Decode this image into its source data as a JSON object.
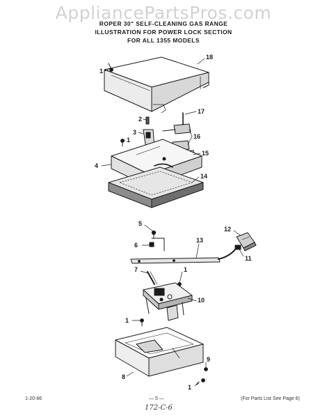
{
  "watermark": "AppliancePartsPros.com",
  "title": {
    "line1": "ROPER 30\" SELF-CLEANING GAS RANGE",
    "line2": "ILLUSTRATION FOR POWER LOCK SECTION",
    "line3": "FOR ALL 1355    MODELS"
  },
  "callouts": [
    {
      "id": "c18",
      "label": "18"
    },
    {
      "id": "c1a",
      "label": "1"
    },
    {
      "id": "c17",
      "label": "17"
    },
    {
      "id": "c2",
      "label": "2"
    },
    {
      "id": "c3",
      "label": "3"
    },
    {
      "id": "c16",
      "label": "16"
    },
    {
      "id": "c1b",
      "label": "1"
    },
    {
      "id": "c15",
      "label": "15"
    },
    {
      "id": "c4",
      "label": "4"
    },
    {
      "id": "c14",
      "label": "14"
    },
    {
      "id": "c5",
      "label": "5"
    },
    {
      "id": "c12",
      "label": "12"
    },
    {
      "id": "c13",
      "label": "13"
    },
    {
      "id": "c6",
      "label": "6"
    },
    {
      "id": "c11",
      "label": "11"
    },
    {
      "id": "c7",
      "label": "7"
    },
    {
      "id": "c1c",
      "label": "1"
    },
    {
      "id": "c10",
      "label": "10"
    },
    {
      "id": "c1d",
      "label": "1"
    },
    {
      "id": "c9",
      "label": "9"
    },
    {
      "id": "c8",
      "label": "8"
    },
    {
      "id": "c1e",
      "label": "1"
    }
  ],
  "footer": {
    "left": "1-20-86",
    "center": "— 5 —",
    "right": "(For Parts List See Page 6)",
    "handwritten": "172-C-6"
  }
}
